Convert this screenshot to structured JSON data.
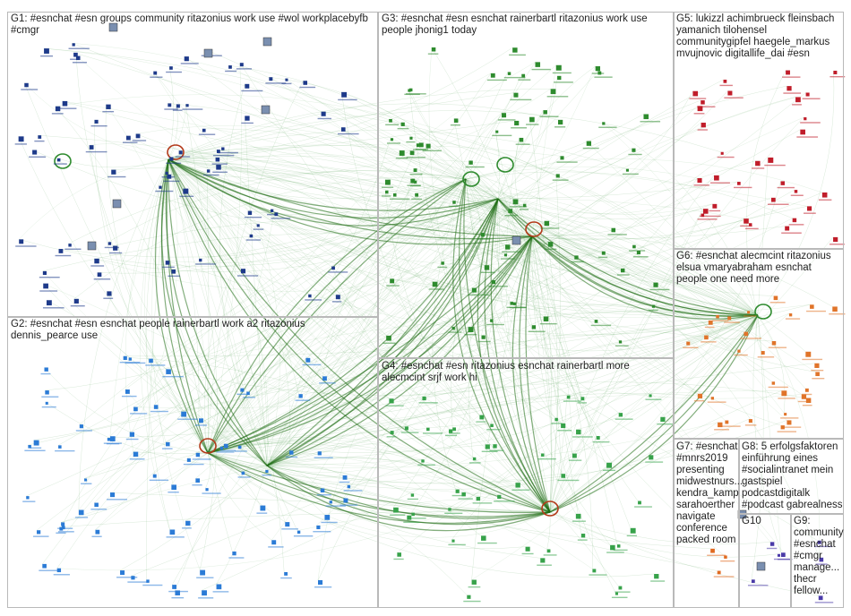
{
  "colors": {
    "edge": "#2e8b2e",
    "edge_strong": "#1d6b12",
    "edge_self": "#b33a1a",
    "box_border": "#b9b9b9",
    "g1_node": "#1e3a8a",
    "g2_node": "#2b7bd6",
    "g3_node": "#2e8b2e",
    "g4_node": "#37a24a",
    "g5_node": "#c01d2a",
    "g6_node": "#e0742a",
    "g7_node": "#e06a20",
    "g8_node": "#8a5a2a",
    "g9_node": "#4a3aa8"
  },
  "groups": [
    {
      "id": "g1",
      "label": "G1: #esnchat #esn groups community ritazonius work use #wol workplacebyfb\n#cmgr"
    },
    {
      "id": "g2",
      "label": "G2: #esnchat #esn esnchat people rainerbartl work a2 ritazonius\ndennis_pearce use"
    },
    {
      "id": "g3",
      "label": "G3: #esnchat #esn esnchat rainerbartl ritazonius work use\npeople jhonig1 today"
    },
    {
      "id": "g4",
      "label": "G4: #esnchat #esn ritazonius esnchat rainerbartl more\nalecmcint srjf work hi"
    },
    {
      "id": "g5",
      "label": "G5: lukizzl achimbrueck fleinsbach\nyamanich tilohensel\ncommunitygipfel haegele_markus\nmvujnovic digitallife_dai #esn"
    },
    {
      "id": "g6",
      "label": "G6: #esnchat alecmcint ritazonius\nelsua vmaryabraham esnchat\npeople one need more"
    },
    {
      "id": "g7",
      "label": "G7: #esnchat\n#mnrs2019\npresenting\nmidwestnurs...\nkendra_kamp\nsarahoerther\nnavigate\nconference\npacked room"
    },
    {
      "id": "g8",
      "label": "G8: 5 erfolgsfaktoren\neinführung eines\n#socialintranet mein\ngastspiel\npodcastdigitalk\n#podcast gabrealness"
    },
    {
      "id": "g10",
      "label": "G10"
    },
    {
      "id": "g9",
      "label": "G9:\ncommunity\n#esnchat\n#cmgr\nmanage...\nthecr\nfellow..."
    }
  ]
}
